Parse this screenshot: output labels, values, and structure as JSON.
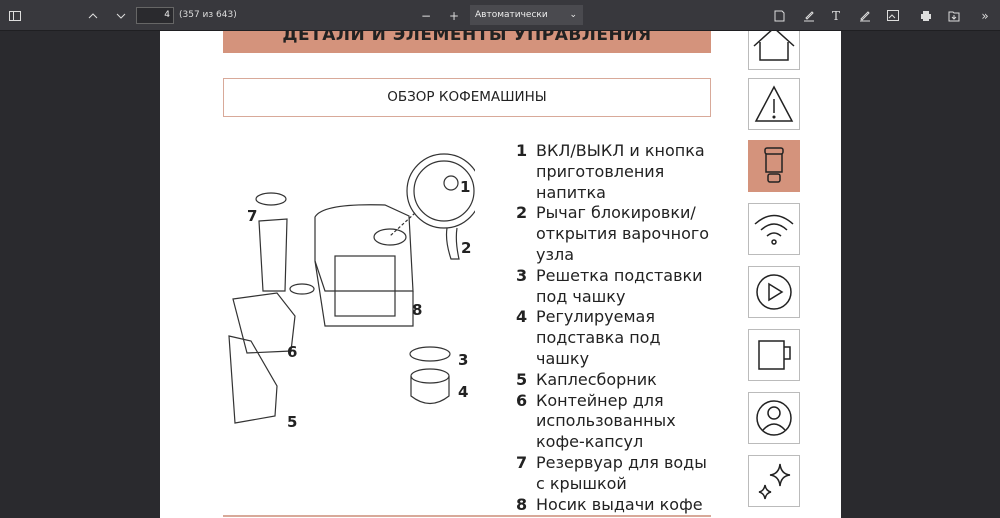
{
  "toolbar": {
    "page_number": "4",
    "page_count": "(357 из 643)",
    "zoom": "Автоматически",
    "icons": [
      "sidebar-toggle-icon",
      "chevron-up-icon",
      "chevron-down-icon",
      "zoom-out-icon",
      "zoom-in-icon",
      "edit-text-icon",
      "highlight-icon",
      "text-icon",
      "draw-icon",
      "image-icon",
      "print-icon",
      "save-icon",
      "more-tools-icon"
    ]
  },
  "document": {
    "section_title": "ДЕТАЛИ И ЭЛЕМЕНТЫ УПРАВЛЕНИЯ",
    "overview_title": "ОБЗОР КОФЕМАШИНЫ",
    "callouts": [
      "1",
      "2",
      "3",
      "4",
      "5",
      "6",
      "7",
      "8"
    ],
    "items": [
      {
        "num": "1",
        "text": "ВКЛ/ВЫКЛ и кнопка приготовления напитка"
      },
      {
        "num": "2",
        "text": "Рычаг блокировки/ открытия варочного узла"
      },
      {
        "num": "3",
        "text": "Решетка подставки под чашку"
      },
      {
        "num": "4",
        "text": "Регулируемая подставка под чашку"
      },
      {
        "num": "5",
        "text": "Каплесборник"
      },
      {
        "num": "6",
        "text": "Контейнер для использованных кофе-капсул"
      },
      {
        "num": "7",
        "text": "Резервуар для воды с крышкой"
      },
      {
        "num": "8",
        "text": "Носик выдачи кофе"
      }
    ],
    "accent_color": "#d4937c",
    "side_nav": [
      "home-icon",
      "warning-icon",
      "coffee-machine-icon",
      "wifi-icon",
      "play-icon",
      "cup-icon",
      "user-icon",
      "sparkle-icon"
    ]
  }
}
